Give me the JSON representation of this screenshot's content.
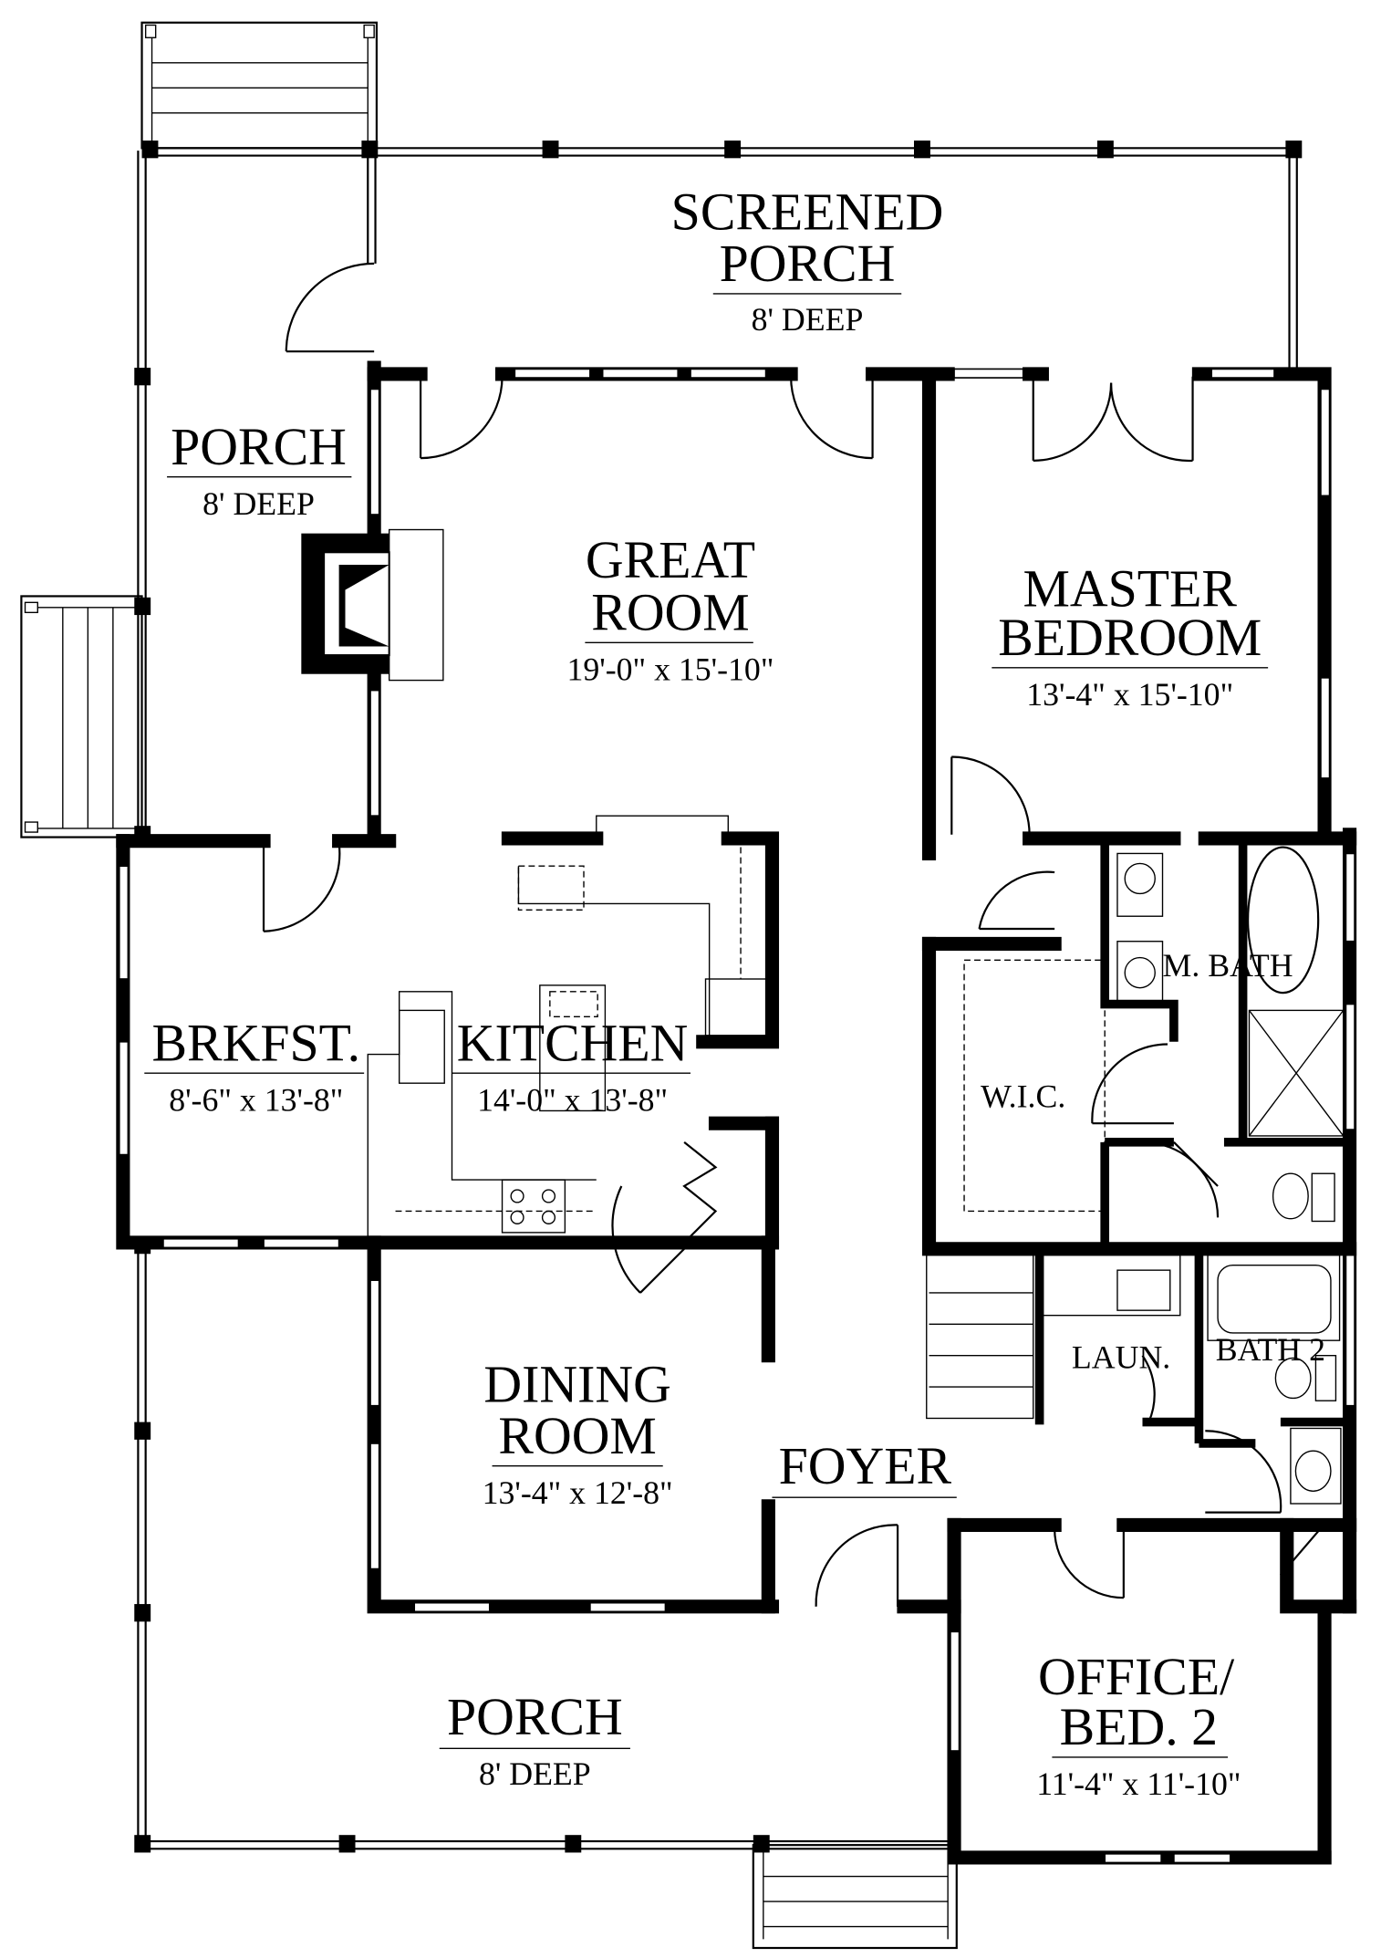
{
  "rooms": {
    "screened_porch": {
      "name_1": "SCREENED",
      "name_2": "PORCH",
      "size": "8' DEEP"
    },
    "side_porch": {
      "name": "PORCH",
      "size": "8' DEEP"
    },
    "great_room": {
      "name_1": "GREAT",
      "name_2": "ROOM",
      "size": "19'-0\" x 15'-10\""
    },
    "master_bedroom": {
      "name_1": "MASTER",
      "name_2": "BEDROOM",
      "size": "13'-4\" x 15'-10\""
    },
    "master_bath": {
      "name": "M. BATH"
    },
    "wic": {
      "name": "W.I.C."
    },
    "breakfast": {
      "name": "BRKFST.",
      "size": "8'-6\" x 13'-8\""
    },
    "kitchen": {
      "name": "KITCHEN",
      "size": "14'-0\" x 13'-8\""
    },
    "laundry": {
      "name": "LAUN."
    },
    "bath_2": {
      "name": "BATH 2"
    },
    "dining_room": {
      "name_1": "DINING",
      "name_2": "ROOM",
      "size": "13'-4\" x 12'-8\""
    },
    "foyer": {
      "name": "FOYER"
    },
    "front_porch": {
      "name": "PORCH",
      "size": "8' DEEP"
    },
    "office": {
      "name_1": "OFFICE/",
      "name_2": "BED. 2",
      "size": "11'-4\" x 11'-10\""
    }
  }
}
